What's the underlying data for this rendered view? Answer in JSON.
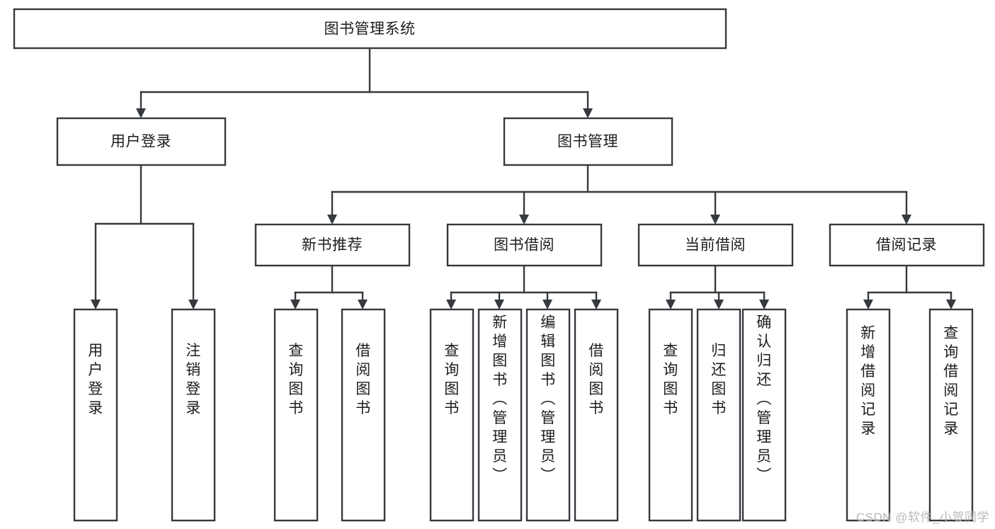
{
  "diagram": {
    "type": "tree",
    "title": "图书管理系统",
    "root": {
      "id": "root",
      "label": "图书管理系统",
      "orientation": "horizontal"
    },
    "level2": [
      {
        "id": "user-login",
        "label": "用户登录",
        "orientation": "horizontal"
      },
      {
        "id": "book-manage",
        "label": "图书管理",
        "orientation": "horizontal"
      }
    ],
    "level3": [
      {
        "id": "new-book-recommend",
        "label": "新书推荐",
        "parent": "book-manage",
        "orientation": "horizontal"
      },
      {
        "id": "book-borrow",
        "label": "图书借阅",
        "parent": "book-manage",
        "orientation": "horizontal"
      },
      {
        "id": "current-borrow",
        "label": "当前借阅",
        "parent": "book-manage",
        "orientation": "horizontal"
      },
      {
        "id": "borrow-record",
        "label": "借阅记录",
        "parent": "book-manage",
        "orientation": "horizontal"
      }
    ],
    "leaves": [
      {
        "id": "leaf-user-login",
        "label": "用户登录",
        "parent": "user-login",
        "orientation": "vertical"
      },
      {
        "id": "leaf-logout-login",
        "label": "注销登录",
        "parent": "user-login",
        "orientation": "vertical"
      },
      {
        "id": "leaf-query-book-1",
        "label": "查询图书",
        "parent": "new-book-recommend",
        "orientation": "vertical"
      },
      {
        "id": "leaf-borrow-book-1",
        "label": "借阅图书",
        "parent": "new-book-recommend",
        "orientation": "vertical"
      },
      {
        "id": "leaf-query-book-2",
        "label": "查询图书",
        "parent": "book-borrow",
        "orientation": "vertical"
      },
      {
        "id": "leaf-add-book",
        "label": "新增图书（管理员）",
        "parent": "book-borrow",
        "orientation": "vertical"
      },
      {
        "id": "leaf-edit-book",
        "label": "编辑图书（管理员）",
        "parent": "book-borrow",
        "orientation": "vertical"
      },
      {
        "id": "leaf-borrow-book-2",
        "label": "借阅图书",
        "parent": "book-borrow",
        "orientation": "vertical"
      },
      {
        "id": "leaf-query-book-3",
        "label": "查询图书",
        "parent": "current-borrow",
        "orientation": "vertical"
      },
      {
        "id": "leaf-return-book",
        "label": "归还图书",
        "parent": "current-borrow",
        "orientation": "vertical"
      },
      {
        "id": "leaf-confirm-return",
        "label": "确认归还（管理员）",
        "parent": "current-borrow",
        "orientation": "vertical"
      },
      {
        "id": "leaf-add-record",
        "label": "新增借阅记录",
        "parent": "borrow-record",
        "orientation": "vertical"
      },
      {
        "id": "leaf-query-record",
        "label": "查询借阅记录",
        "parent": "borrow-record",
        "orientation": "vertical"
      }
    ]
  },
  "watermark": {
    "text": "CSDN @软件_小贺同学"
  },
  "colors": {
    "stroke": "#36393d",
    "box_fill": "#ffffff",
    "text": "#1d1d1d",
    "watermark": "#b9b9b9",
    "background": "#ffffff"
  }
}
